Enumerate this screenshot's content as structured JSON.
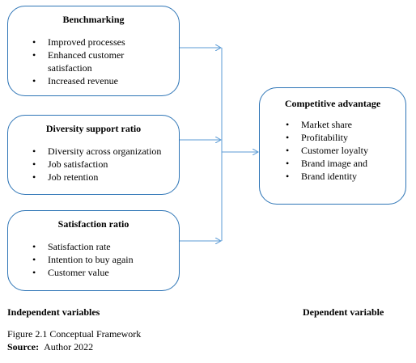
{
  "independent": [
    {
      "title": "Benchmarking",
      "items": [
        "Improved processes",
        "Enhanced customer",
        "satisfaction",
        "Increased revenue"
      ],
      "bullets": [
        true,
        true,
        false,
        true
      ]
    },
    {
      "title": "Diversity support ratio",
      "items": [
        "Diversity across organization",
        "Job satisfaction",
        "Job retention"
      ],
      "bullets": [
        true,
        true,
        true
      ]
    },
    {
      "title": "Satisfaction ratio",
      "items": [
        "Satisfaction rate",
        "Intention to buy again",
        "Customer value"
      ],
      "bullets": [
        true,
        true,
        true
      ]
    }
  ],
  "dependent": {
    "title": "Competitive advantage",
    "items": [
      "Market share",
      "Profitability",
      "Customer loyalty",
      "Brand image and",
      "Brand identity"
    ]
  },
  "labels": {
    "independent": "Independent variables",
    "dependent": "Dependent variable"
  },
  "caption": {
    "figure": "Figure 2.1 Conceptual Framework",
    "source_label": "Source:",
    "source_value": "Author 2022"
  },
  "colors": {
    "border": "#2e75b6",
    "arrow": "#5b9bd5"
  }
}
